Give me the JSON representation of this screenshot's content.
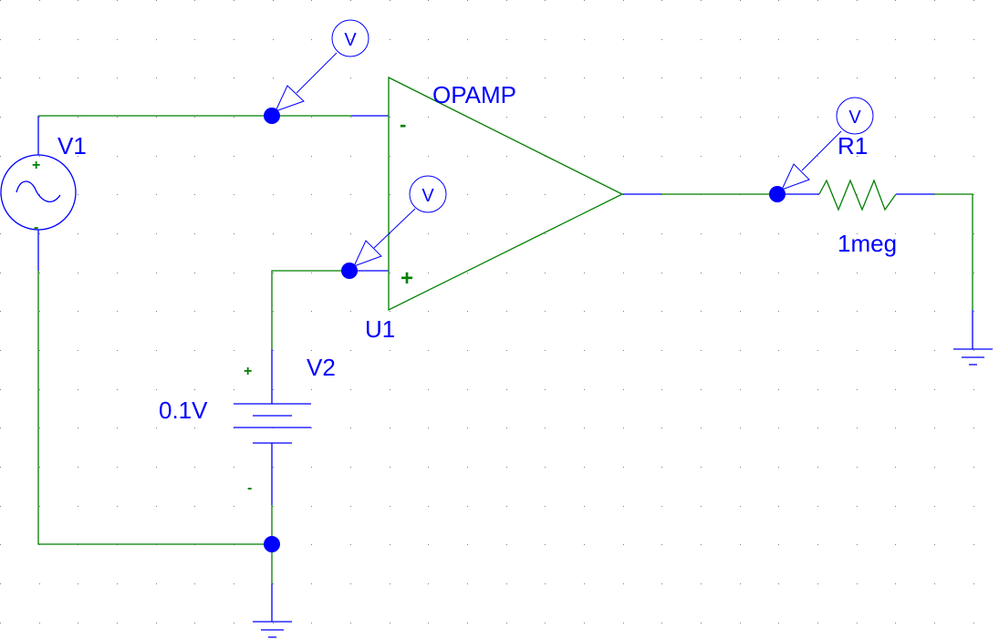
{
  "schematic": {
    "components": {
      "v1": {
        "refdes": "V1",
        "type": "ac-voltage-source",
        "plus": "+",
        "minus": "-"
      },
      "v2": {
        "refdes": "V2",
        "type": "dc-voltage-source",
        "value": "0.1V",
        "plus": "+",
        "minus": "-"
      },
      "u1": {
        "refdes": "U1",
        "type": "opamp",
        "model": "OPAMP",
        "inv_pin": "-",
        "noninv_pin": "+"
      },
      "r1": {
        "refdes": "R1",
        "type": "resistor",
        "value": "1meg"
      }
    },
    "probes": [
      {
        "name": "probe-inverting-input",
        "glyph": "V"
      },
      {
        "name": "probe-noninverting-input",
        "glyph": "V"
      },
      {
        "name": "probe-output",
        "glyph": "V"
      }
    ],
    "grounds": [
      "ground-v2",
      "ground-r1"
    ],
    "colors": {
      "wire": "#008000",
      "component": "#0000ff",
      "junction": "#0000ff",
      "grid_dot": "#808080",
      "background": "#ffffff"
    }
  }
}
